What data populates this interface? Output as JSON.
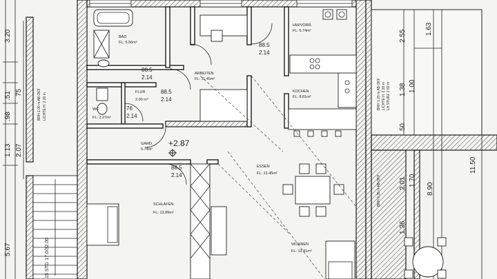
{
  "rooms": {
    "bad": {
      "name": "BAD",
      "area": "FL: 5.56m²"
    },
    "arbeiten": {
      "name": "ARBEITEN",
      "area": "FL: 11.45m²"
    },
    "hw_vorr": {
      "name": "HW/VORR.",
      "area": "FL: 5.74m²"
    },
    "flur": {
      "name": "FLUR",
      "area": "2.00 m²"
    },
    "wc": {
      "name": "WC",
      "area": "FL: 2.27m²"
    },
    "kochen": {
      "name": "KOCHEN",
      "area": "FL: 8.81m²"
    },
    "gard": {
      "name": "GARD.",
      "area": "5.74m²"
    },
    "essen": {
      "name": "ESSEN",
      "area": "FL: 13.45m²"
    },
    "schlafen": {
      "name": "SCHLAFEN",
      "area": "FL: 13.89m²"
    },
    "wohnen": {
      "name": "WOHNEN",
      "area": "FL: 13.81m²"
    }
  },
  "door_labels": [
    {
      "top": "88.5",
      "bottom": "2.14"
    },
    {
      "top": "88.5",
      "bottom": "2.14"
    },
    {
      "top": "88.5",
      "bottom": "2.14"
    },
    {
      "top": "76",
      "bottom": "2.14"
    },
    {
      "top": "88.5",
      "bottom": "2.14"
    }
  ],
  "level": "+2.87",
  "dims_left": [
    "3.20",
    "1.13",
    "2.07",
    ".51",
    "75",
    ".98",
    "5.67"
  ],
  "dims_right": [
    "2.55",
    "1.63",
    "1.38",
    "1.00",
    "50",
    "11.50",
    "2.01",
    "1.70",
    "8.90",
    "1.36"
  ],
  "window_notes": [
    "BRH 1.00 m AB OKF",
    "LICHTE H. 2.20 m",
    "LICHTE H. 2.20 m",
    "LH STURZ 2.50 m",
    "BRH 1.20 m AB OKF",
    "BRH 0.30 m AB OKF"
  ],
  "stair_note": "15 STG 17.0/32.00"
}
